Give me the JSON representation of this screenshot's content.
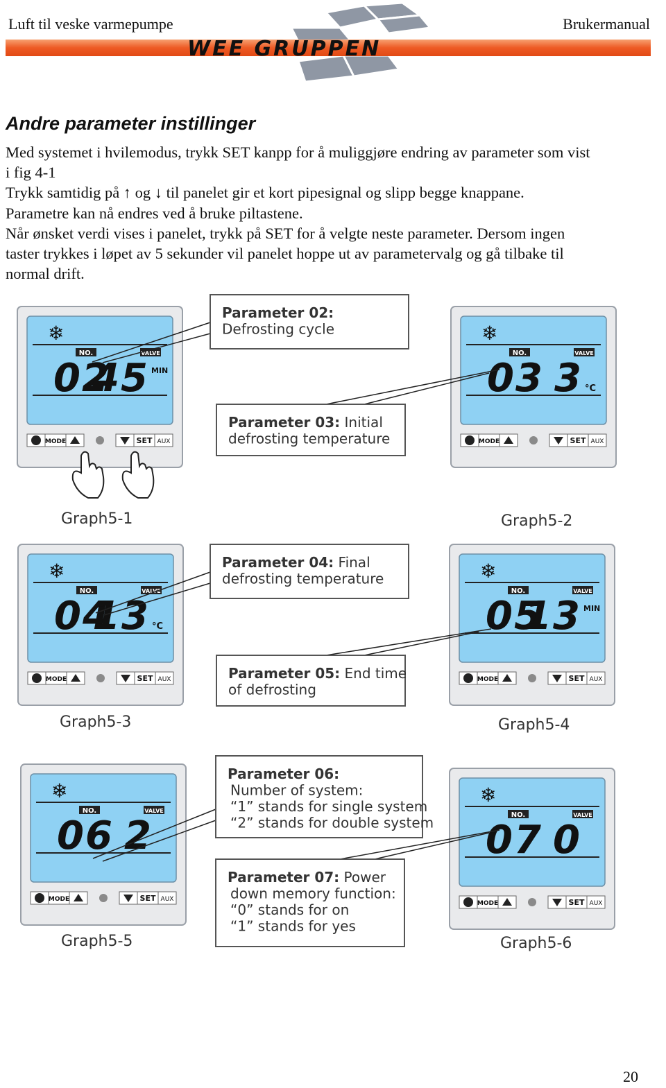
{
  "header": {
    "left": "Luft til veske varmepumpe",
    "right": "Brukermanual",
    "logo_text": "WEE GRUPPEN"
  },
  "section_title": "Andre parameter instillinger",
  "paragraph_lines": [
    "Med systemet i hvilemodus, trykk SET kanpp for å muliggjøre endring av parameter som vist",
    "i fig 4-1",
    "Trykk samtidig på ↑ og ↓ til panelet gir et kort pipesignal og slipp begge knappane.",
    "Parametre kan nå endres ved å bruke piltastene.",
    "Når ønsket verdi vises i panelet, trykk på SET for å velgte neste parameter. Dersom ingen",
    "taster trykkes i løpet av 5 sekunder vil panelet hoppe ut av parametervalg og gå tilbake til",
    "normal drift."
  ],
  "panel_common": {
    "no_label": "NO.",
    "valve_label": "VALVE",
    "mode_label": "MODE",
    "set_label": "SET",
    "aux_label": "AUX"
  },
  "panels": [
    {
      "graph": "Graph5-1",
      "no": "02",
      "value": "45",
      "unit": "MIN",
      "hands": true
    },
    {
      "graph": "Graph5-2",
      "no": "03",
      "value": "3",
      "unit": "°C",
      "hands": false
    },
    {
      "graph": "Graph5-3",
      "no": "04",
      "value": "13",
      "unit": "°C",
      "hands": false
    },
    {
      "graph": "Graph5-4",
      "no": "05",
      "value": "13",
      "unit": "MIN",
      "hands": false
    },
    {
      "graph": "Graph5-5",
      "no": "06",
      "value": "2",
      "unit": "",
      "hands": false
    },
    {
      "graph": "Graph5-6",
      "no": "07",
      "value": "0",
      "unit": "",
      "hands": false
    }
  ],
  "callouts": [
    {
      "bold": "Parameter 02:",
      "lines": [
        "",
        "Defrosting cycle"
      ]
    },
    {
      "bold": "Parameter 03:",
      "lines": [
        " Initial",
        "defrosting temperature"
      ]
    },
    {
      "bold": "Parameter 04:",
      "lines": [
        " Final",
        "defrosting temperature"
      ]
    },
    {
      "bold": "Parameter 05:",
      "lines": [
        " End time",
        "of defrosting"
      ]
    },
    {
      "bold": "Parameter 06:",
      "lines": [
        "",
        "Number of system:",
        "“1” stands for single system",
        "“2” stands for double system"
      ]
    },
    {
      "bold": "Parameter 07:",
      "lines": [
        " Power",
        "down memory function:",
        "“0” stands for on",
        "“1” stands for yes"
      ]
    }
  ],
  "page_number": "20",
  "colors": {
    "lcd_blue": "#8fd1f3",
    "panel_grey": "#e9eaec",
    "logo_orange": "#ee5a24",
    "logo_tiles": "#8f97a4"
  }
}
